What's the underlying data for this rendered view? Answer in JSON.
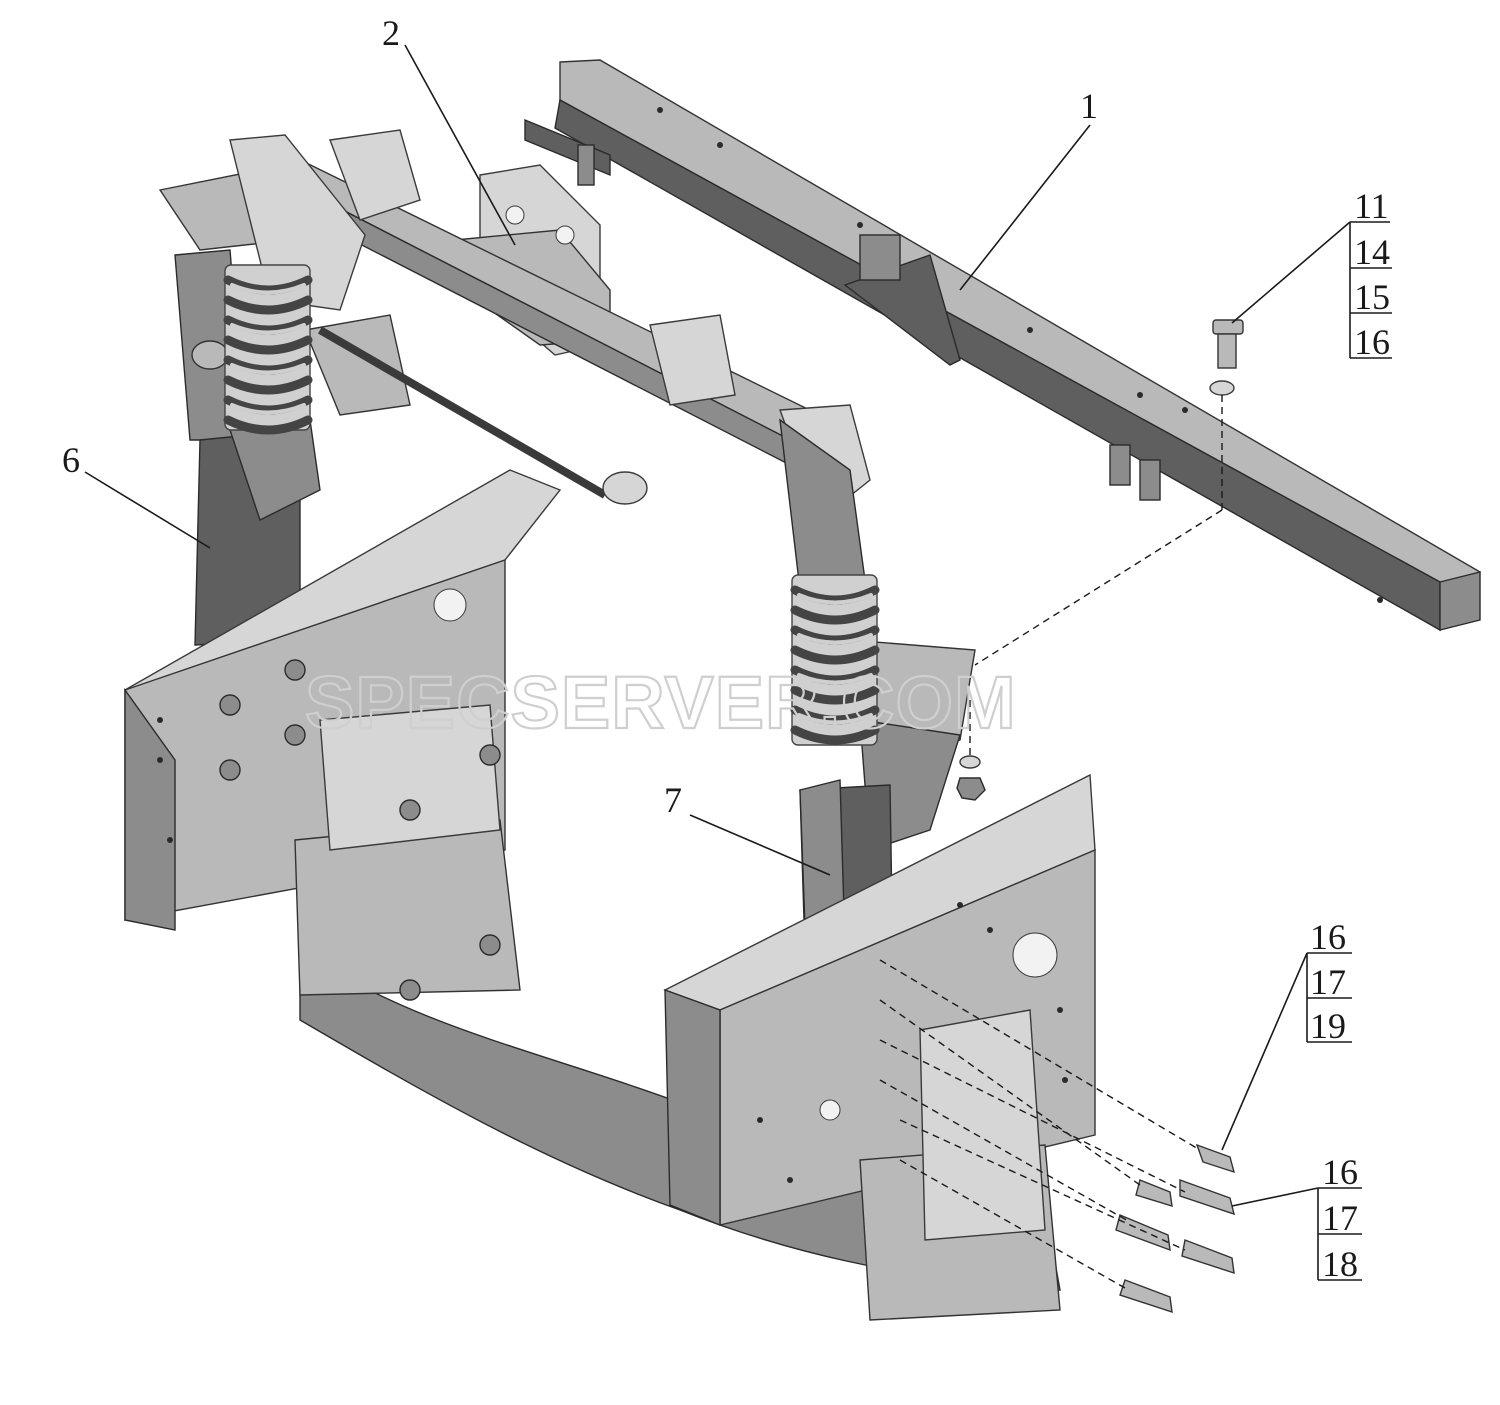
{
  "watermark": "SPECSERVER.COM",
  "callouts": {
    "c1": "1",
    "c2": "2",
    "c6": "6",
    "c7": "7",
    "g1": [
      "11",
      "14",
      "15",
      "16"
    ],
    "g2": [
      "16",
      "17",
      "19"
    ],
    "g3": [
      "16",
      "17",
      "18"
    ]
  },
  "colors": {
    "ink": "#1a1a1a",
    "part_dark": "#5f5f5f",
    "part_light": "#b9b9b9",
    "watermark": "#cfcfcf"
  }
}
